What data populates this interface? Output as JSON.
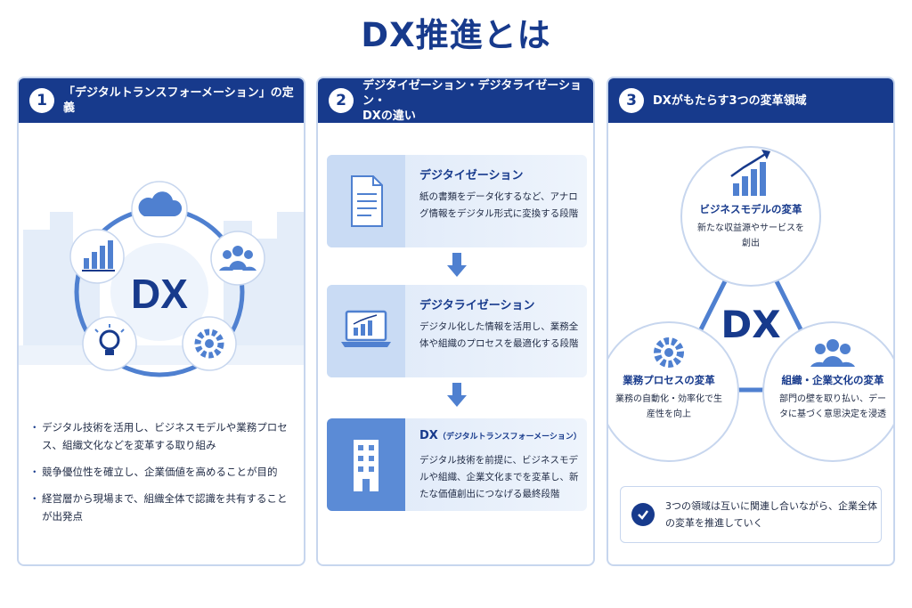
{
  "title": "DX推進とは",
  "panel1": {
    "number": "1",
    "header": "「デジタルトランスフォーメーション」の定義",
    "center_label": "DX",
    "icons": [
      "cloud-icon",
      "people-icon",
      "gear-icon",
      "lightbulb-icon",
      "bar-chart-icon"
    ],
    "bullets": [
      "デジタル技術を活用し、ビジネスモデルや業務プロセス、組織文化などを変革する取り組み",
      "競争優位性を確立し、企業価値を高めることが目的",
      "経営層から現場まで、組織全体で認識を共有することが出発点"
    ]
  },
  "panel2": {
    "number": "2",
    "header_line1": "デジタイゼーション・デジタライゼーション・",
    "header_line2": "DXの違い",
    "steps": [
      {
        "title": "デジタイゼーション",
        "title_sub": "",
        "desc": "紙の書類をデータ化するなど、アナログ情報をデジタル形式に変換する段階",
        "icon": "document-icon"
      },
      {
        "title": "デジタライゼーション",
        "title_sub": "",
        "desc": "デジタル化した情報を活用し、業務全体や組織のプロセスを最適化する段階",
        "icon": "laptop-chart-icon"
      },
      {
        "title": "DX",
        "title_sub": "（デジタルトランスフォーメーション）",
        "desc": "デジタル技術を前提に、ビジネスモデルや組織、企業文化までを変革し、新たな価値創出につなげる最終段階",
        "icon": "building-icon"
      }
    ]
  },
  "panel3": {
    "number": "3",
    "header": "DXがもたらす3つの変革領域",
    "center_label": "DX",
    "circles": {
      "top": {
        "title": "ビジネスモデルの変革",
        "desc": "新たな収益源やサービスを創出",
        "icon": "growth-chart-icon"
      },
      "left": {
        "title": "業務プロセスの変革",
        "desc": "業務の自動化・効率化で生産性を向上",
        "icon": "gear-icon"
      },
      "right": {
        "title": "組織・企業文化の変革",
        "desc": "部門の壁を取り払い、データに基づく意思決定を浸透",
        "icon": "people-icon"
      }
    },
    "summary": "3つの領域は互いに関連し合いながら、企業全体の変革を推進していく"
  },
  "colors": {
    "primary": "#173a8c",
    "accent": "#4f80d0",
    "light": "#dde8f8"
  }
}
